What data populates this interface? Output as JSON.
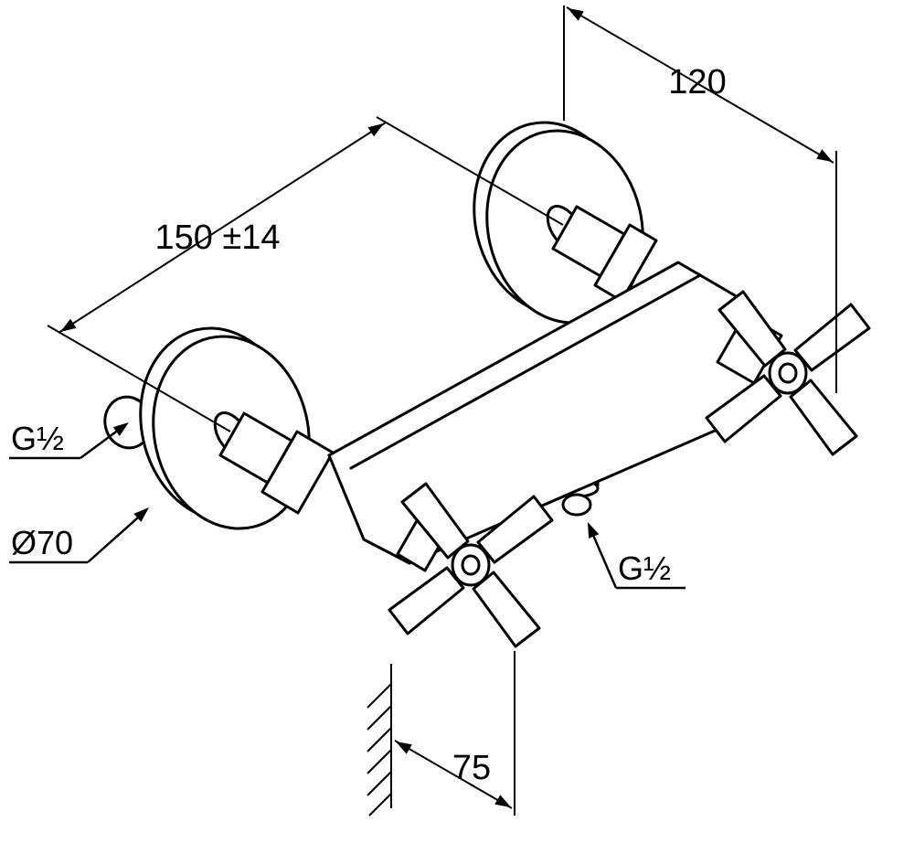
{
  "colors": {
    "line": "#000000",
    "background": "#ffffff"
  },
  "labels": {
    "dim_handle_depth": "120",
    "dim_inlet_distance": "150 ±14",
    "thread_inlet": "G½",
    "flange_diameter": "Ø70",
    "thread_outlet": "G½",
    "dim_wall_offset": "75"
  }
}
